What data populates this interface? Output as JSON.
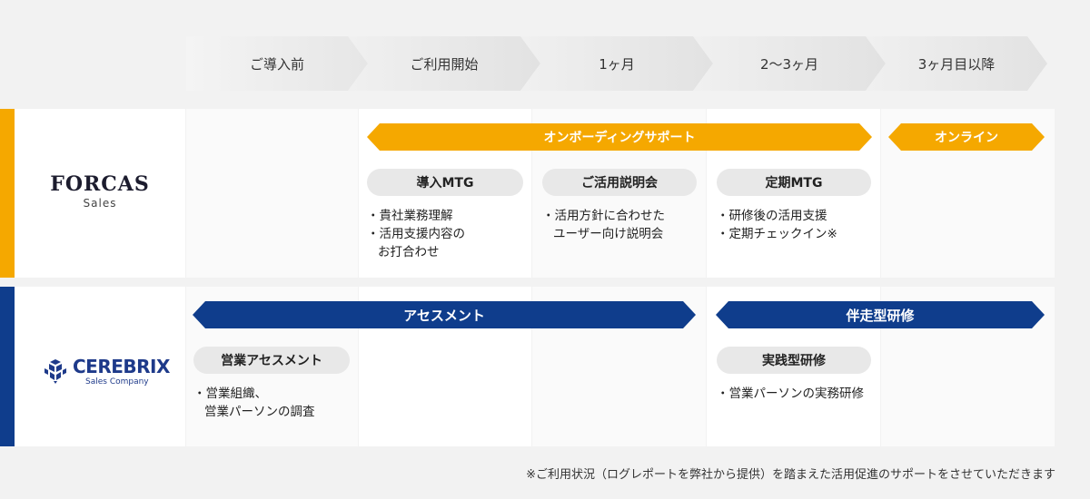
{
  "timeline": {
    "phases": [
      "ご導入前",
      "ご利用開始",
      "1ヶ月",
      "2～3ヶ月",
      "3ヶ月目以降"
    ]
  },
  "forcas": {
    "logo_line1": "FORCAS",
    "logo_line2": "Sales",
    "color": "#f5a800",
    "banner_onboarding": "オンボーディングサポート",
    "banner_online": "オンライン",
    "items": [
      {
        "label": "導入MTG",
        "lines": [
          "・貴社業務理解",
          "・活用支援内容の",
          "お打合わせ"
        ]
      },
      {
        "label": "ご活用説明会",
        "lines": [
          "・活用方針に合わせた",
          "ユーザー向け説明会"
        ]
      },
      {
        "label": "定期MTG",
        "lines": [
          "・研修後の活用支援",
          "・定期チェックイン※"
        ]
      }
    ]
  },
  "cerebrix": {
    "logo_word": "CEREBRIX",
    "logo_sub": "Sales Company",
    "color": "#0f3d8c",
    "banner_assessment": "アセスメント",
    "banner_training": "伴走型研修",
    "items": [
      {
        "label": "営業アセスメント",
        "lines": [
          "・営業組織、",
          "営業パーソンの調査"
        ]
      },
      {
        "label": "実践型研修",
        "lines": [
          "・営業パーソンの実務研修"
        ]
      }
    ]
  },
  "footnote": "※ご利用状況（ログレポートを弊社から提供）を踏まえた活用促進のサポートをさせていただきます"
}
